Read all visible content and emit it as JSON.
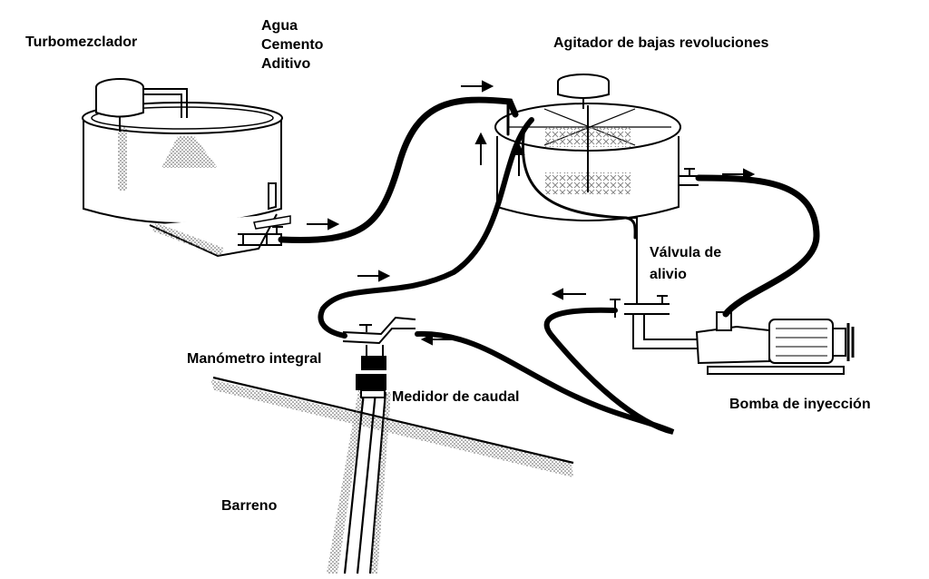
{
  "labels": {
    "turbomezclador": "Turbomezclador",
    "agua": "Agua",
    "cemento": "Cemento",
    "aditivo": "Aditivo",
    "agitador": "Agitador de bajas revoluciones",
    "valvula_1": "Válvula de",
    "valvula_2": "alivio",
    "manometro": "Manómetro integral",
    "medidor": "Medidor de caudal",
    "bomba": "Bomba de inyección",
    "barreno": "Barreno"
  }
}
